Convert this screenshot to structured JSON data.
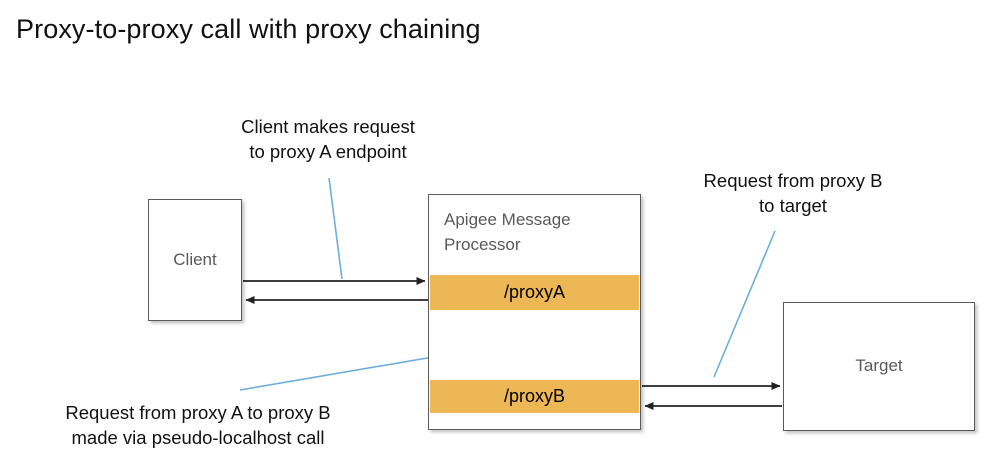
{
  "diagram": {
    "title": "Proxy-to-proxy call with proxy chaining",
    "nodes": {
      "client": {
        "label": "Client"
      },
      "target": {
        "label": "Target"
      },
      "message_processor": {
        "label": "Apigee Message\nProcessor",
        "bands": [
          {
            "id": "proxy-a",
            "label": "/proxyA"
          },
          {
            "id": "proxy-b",
            "label": "/proxyB"
          }
        ]
      }
    },
    "annotations": [
      {
        "id": "client-request",
        "text": "Client makes request\nto proxy A endpoint"
      },
      {
        "id": "target-request",
        "text": "Request from proxy B\nto target"
      },
      {
        "id": "chaining-note",
        "text": "Request from proxy A to proxy B\nmade via pseudo-localhost call"
      }
    ],
    "colors": {
      "proxy_band": "#eeb755",
      "leader_line": "#6daedb",
      "box_border": "#5a5a5a",
      "node_text": "#58595b",
      "arrow": "#222222",
      "background": "#ffffff"
    }
  }
}
